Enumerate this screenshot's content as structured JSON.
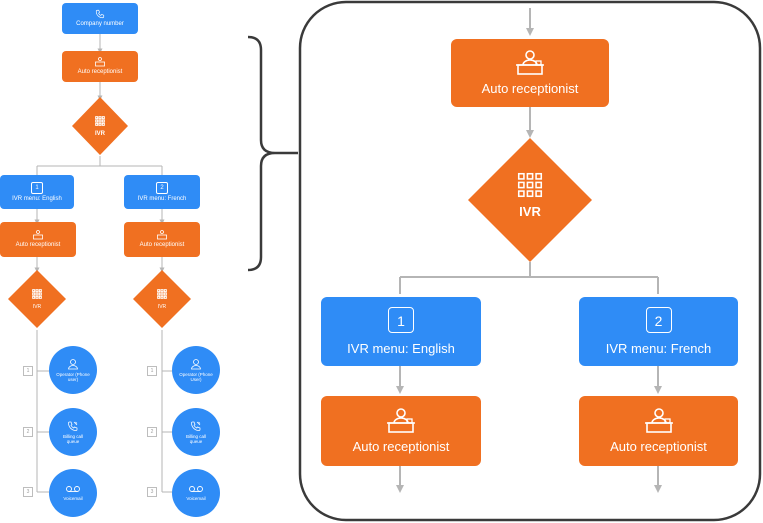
{
  "left_overview": {
    "company_number": "Company number",
    "auto_receptionist": "Auto receptionist",
    "ivr": "IVR",
    "english_branch": {
      "digit": "1",
      "menu": "IVR menu: English",
      "auto_receptionist": "Auto receptionist",
      "ivr": "IVR",
      "options": [
        {
          "digit": "1",
          "label": "Operator (Phone user)",
          "icon": "user-icon"
        },
        {
          "digit": "2",
          "label": "Billing call queue",
          "icon": "call-queue-icon"
        },
        {
          "digit": "3",
          "label": "Voicemail",
          "icon": "voicemail-icon"
        }
      ]
    },
    "french_branch": {
      "digit": "2",
      "menu": "IVR menu: French",
      "auto_receptionist": "Auto receptionist",
      "ivr": "IVR",
      "options": [
        {
          "digit": "1",
          "label": "Operator (Phone User)",
          "icon": "user-icon"
        },
        {
          "digit": "2",
          "label": "Billing call queue",
          "icon": "call-queue-icon"
        },
        {
          "digit": "3",
          "label": "Voicemail",
          "icon": "voicemail-icon"
        }
      ]
    }
  },
  "zoom_panel": {
    "auto_receptionist": "Auto receptionist",
    "ivr": "IVR",
    "english": {
      "digit": "1",
      "menu": "IVR menu: English",
      "auto_receptionist": "Auto receptionist"
    },
    "french": {
      "digit": "2",
      "menu": "IVR menu: French",
      "auto_receptionist": "Auto receptionist"
    }
  },
  "colors": {
    "blue": "#2f8cf6",
    "orange": "#f07021",
    "connector": "#b5b5b5",
    "frame": "#3a3a3a"
  }
}
